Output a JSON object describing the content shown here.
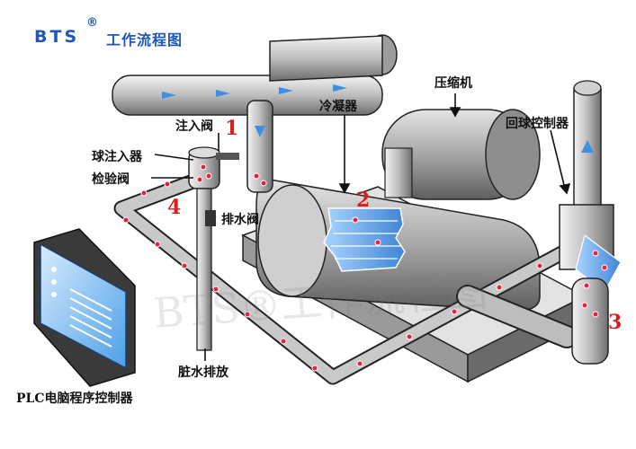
{
  "brand": {
    "name": "BTS",
    "registered": "®",
    "subtitle": "工作流程图"
  },
  "labels": {
    "compressor": "压缩机",
    "condenser": "冷凝器",
    "injection_valve": "注入阀",
    "ball_injector": "球注入器",
    "check_valve": "检验阀",
    "drain_valve": "排水阀",
    "ball_controller": "回球控制器",
    "dirty_water_discharge": "脏水排放",
    "plc_controller": "PLC电脑程序控制器"
  },
  "steps": [
    "1",
    "2",
    "3",
    "4"
  ],
  "watermark": "BTS®工作流程图",
  "colors": {
    "brand": "#1f56b8",
    "step_number": "#d8201c",
    "flow_arrow": "#3f8fe0",
    "ball": "#e8213a"
  }
}
